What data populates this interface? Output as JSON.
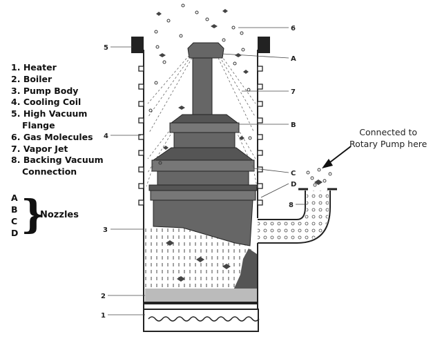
{
  "legend": {
    "items": [
      {
        "num": "1.",
        "label": "Heater"
      },
      {
        "num": "2.",
        "label": "Boiler"
      },
      {
        "num": "3.",
        "label": "Pump Body"
      },
      {
        "num": "4.",
        "label": "Cooling Coil"
      },
      {
        "num": "5.",
        "label": "High Vacuum",
        "cont": "Flange"
      },
      {
        "num": "6.",
        "label": "Gas Molecules"
      },
      {
        "num": "7.",
        "label": "Vapor Jet"
      },
      {
        "num": "8.",
        "label": "Backing Vacuum",
        "cont": "Connection"
      }
    ]
  },
  "nozzles": {
    "letters": [
      "A",
      "B",
      "C",
      "D"
    ],
    "label": "Nozzles"
  },
  "rotary_note": {
    "line1": "Connected to",
    "line2": "Rotary Pump here"
  },
  "callouts": {
    "n1": "1",
    "n2": "2",
    "n3": "3",
    "n4": "4",
    "n5": "5",
    "n6": "6",
    "n7": "7",
    "n8": "8",
    "A": "A",
    "B": "B",
    "C": "C",
    "D": "D"
  }
}
